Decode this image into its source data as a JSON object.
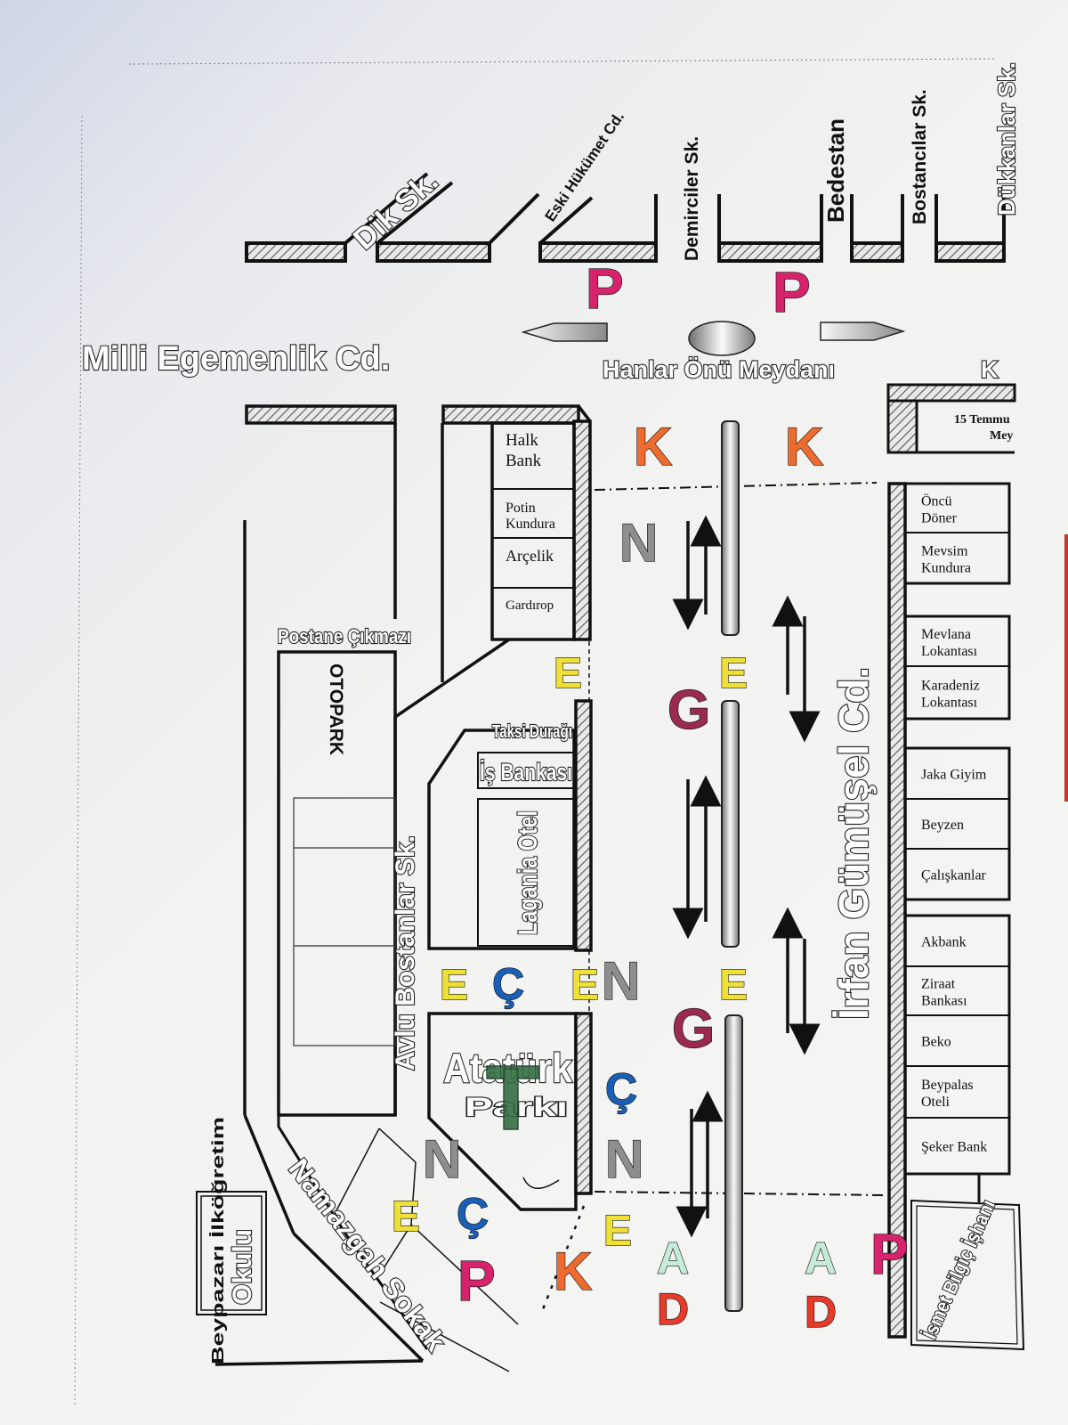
{
  "streets": {
    "dik": "Dik Sk.",
    "eski_hukumet": "Eski Hükümet Cd.",
    "demirciler": "Demirciler Sk.",
    "bedestan": "Bedestan",
    "bostancilar_top": "Bostancılar Sk.",
    "right_cut": "Dükkanlar Sk.",
    "milli_egemenlik": "Milli Egemenlik Cd.",
    "hanlar_onu": "Hanlar Önü Meydanı",
    "k_cut": "K",
    "temmuz": "15 Temmu",
    "temmuz2": "Mey",
    "postane": "Postane Çıkmazı",
    "avlu": "Avlu Bostanlar Sk.",
    "irfan": "İrfan Gümüşel Cd.",
    "namazgah": "Namazgah Sokak"
  },
  "places": {
    "otopark": "OTOPARK",
    "taksi": "Taksi Durağı",
    "is_bankasi": "İş Bankası",
    "lagania": "Lagania Otel",
    "ataturk": "Atatürk",
    "parki": "Parkı",
    "okul1": "Beypazarı İlköğretim",
    "okul2": "Okulu",
    "ismet": "İsmet Bilgiç İşhanı"
  },
  "shops_left": [
    {
      "l1": "Halk",
      "l2": "Bank"
    },
    {
      "l1": "Potin",
      "l2": "Kundura"
    },
    {
      "l1": "Arçelik",
      "l2": ""
    },
    {
      "l1": "Gardırop",
      "l2": ""
    }
  ],
  "shops_right": [
    {
      "l1": "Öncü",
      "l2": "Döner"
    },
    {
      "l1": "Mevsim",
      "l2": "Kundura"
    },
    {
      "l1": "Mevlana",
      "l2": "Lokantası"
    },
    {
      "l1": "Karadeniz",
      "l2": "Lokantası"
    },
    {
      "l1": "Jaka Giyim",
      "l2": ""
    },
    {
      "l1": "Beyzen",
      "l2": ""
    },
    {
      "l1": "Çalışkanlar",
      "l2": ""
    },
    {
      "l1": "Akbank",
      "l2": ""
    },
    {
      "l1": "Ziraat",
      "l2": "Bankası"
    },
    {
      "l1": "Beko",
      "l2": ""
    },
    {
      "l1": "Beypalas",
      "l2": "Oteli"
    },
    {
      "l1": "Şeker Bank",
      "l2": ""
    }
  ],
  "markers": {
    "p": "P",
    "k": "K",
    "n": "N",
    "e": "E",
    "g": "G",
    "c": "Ç",
    "a": "A",
    "d": "D"
  },
  "colors": {
    "p": "#d6246c",
    "k": "#ee6b2f",
    "n": "#8e8e8e",
    "e": "#efe036",
    "g": "#9a2a4f",
    "c": "#1a5fb4",
    "a": "#c6ecd8",
    "d": "#e53b2b",
    "t": "#2f6b3f"
  }
}
